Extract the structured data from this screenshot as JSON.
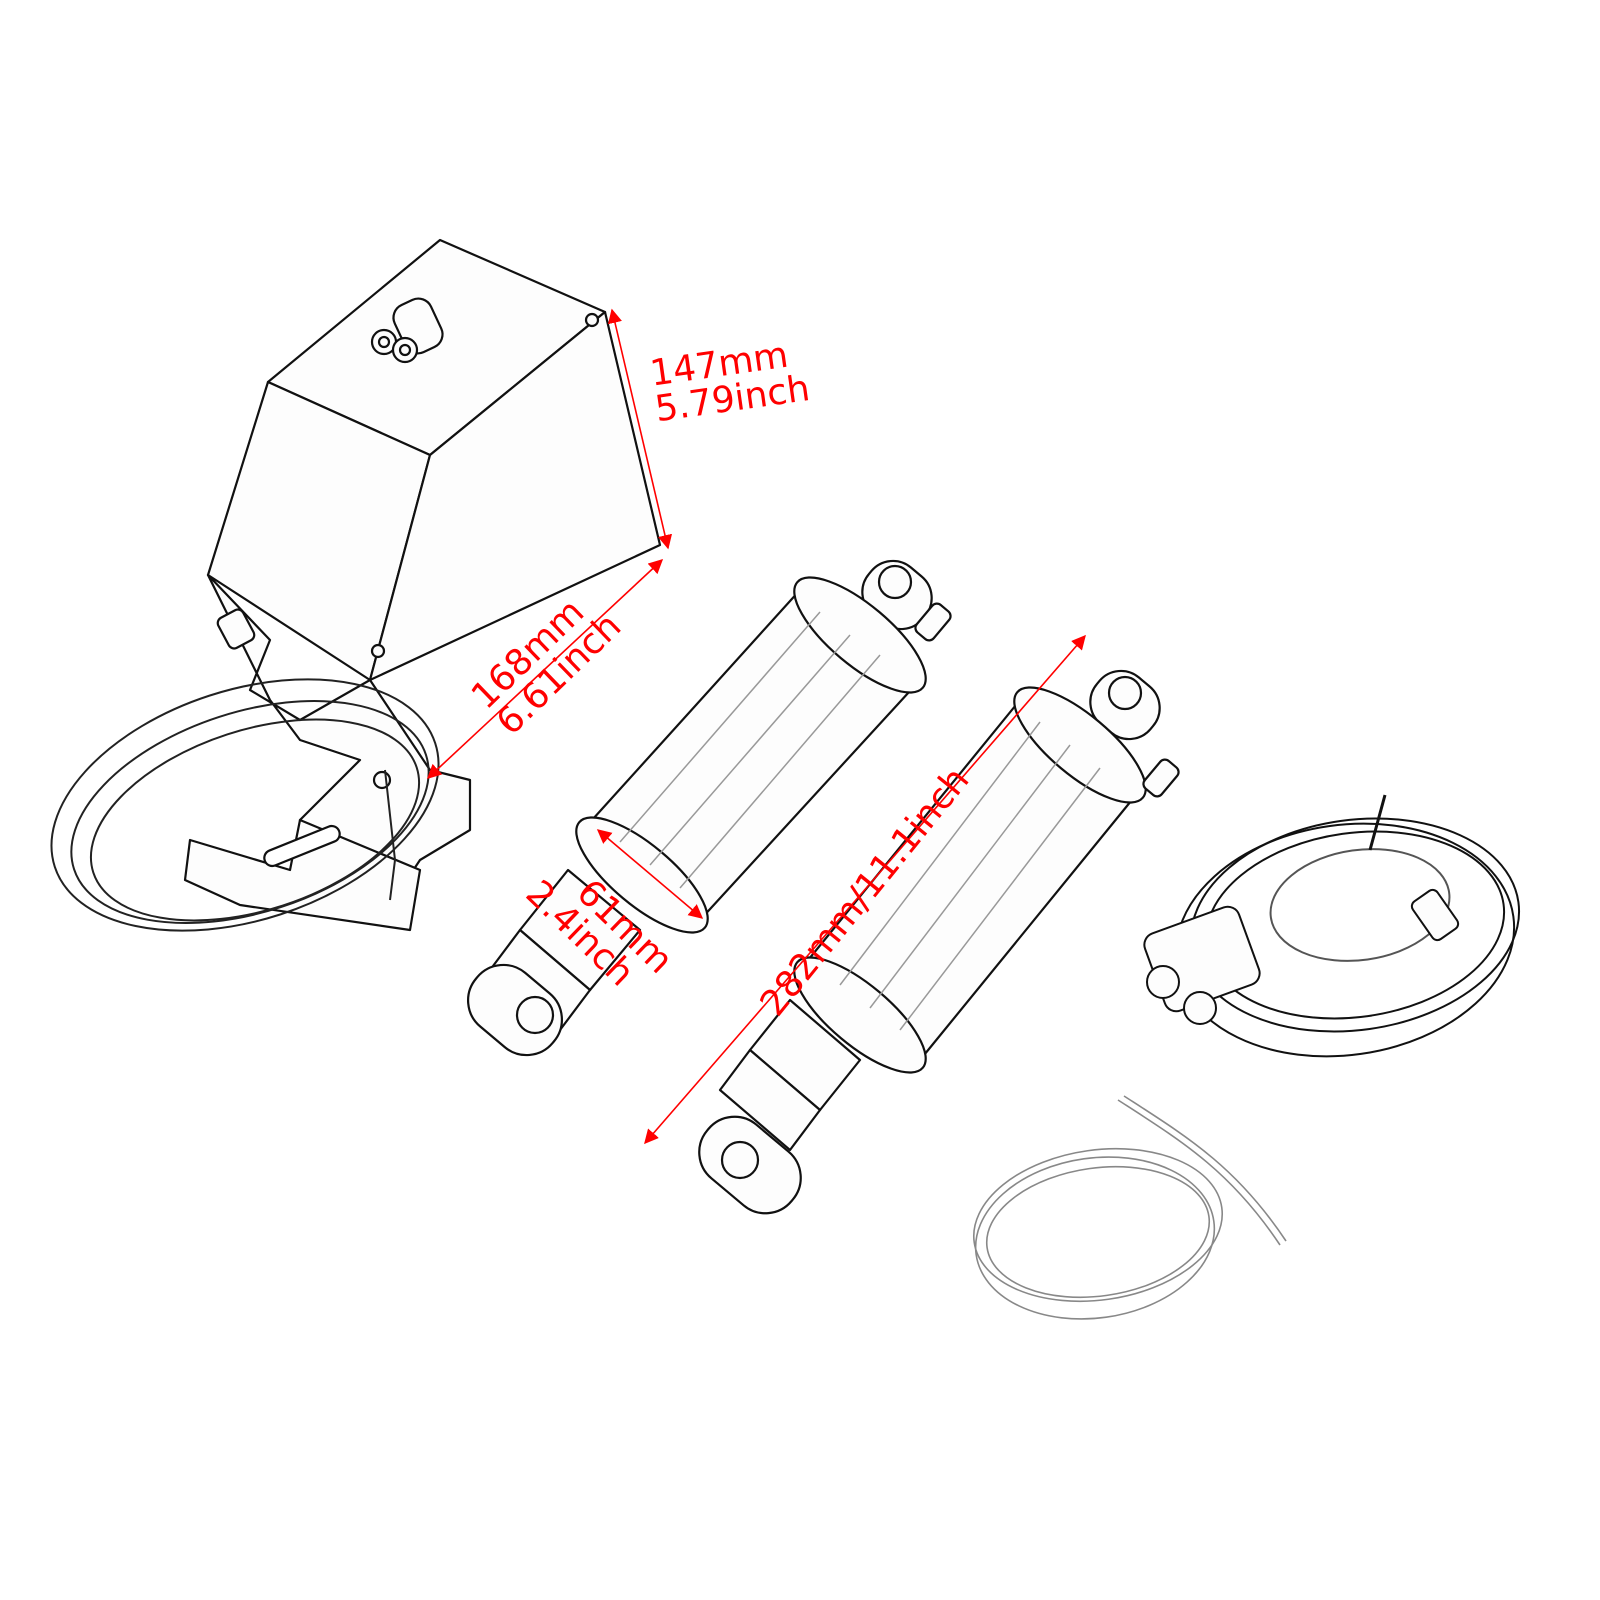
{
  "colors": {
    "annotation": "#ff0000",
    "line": "#111111",
    "background": "#ffffff"
  },
  "components": [
    {
      "id": "compressor-tank",
      "label": "air compressor tank with mounting bracket"
    },
    {
      "id": "shock-absorber-1",
      "label": "air shock absorber"
    },
    {
      "id": "shock-absorber-2",
      "label": "air shock absorber"
    },
    {
      "id": "control-switch",
      "label": "handlebar control switch with coiled air line"
    },
    {
      "id": "air-tubing",
      "label": "coil of clear air tubing"
    }
  ],
  "dimensions": {
    "tank_height": {
      "mm": "147mm",
      "inch": "5.79inch"
    },
    "tank_length": {
      "mm": "168mm",
      "inch": "6.61inch"
    },
    "shock_diameter": {
      "mm": "61mm",
      "inch": "2.4inch"
    },
    "shock_length": {
      "text": "282mm/11.1inch"
    }
  }
}
